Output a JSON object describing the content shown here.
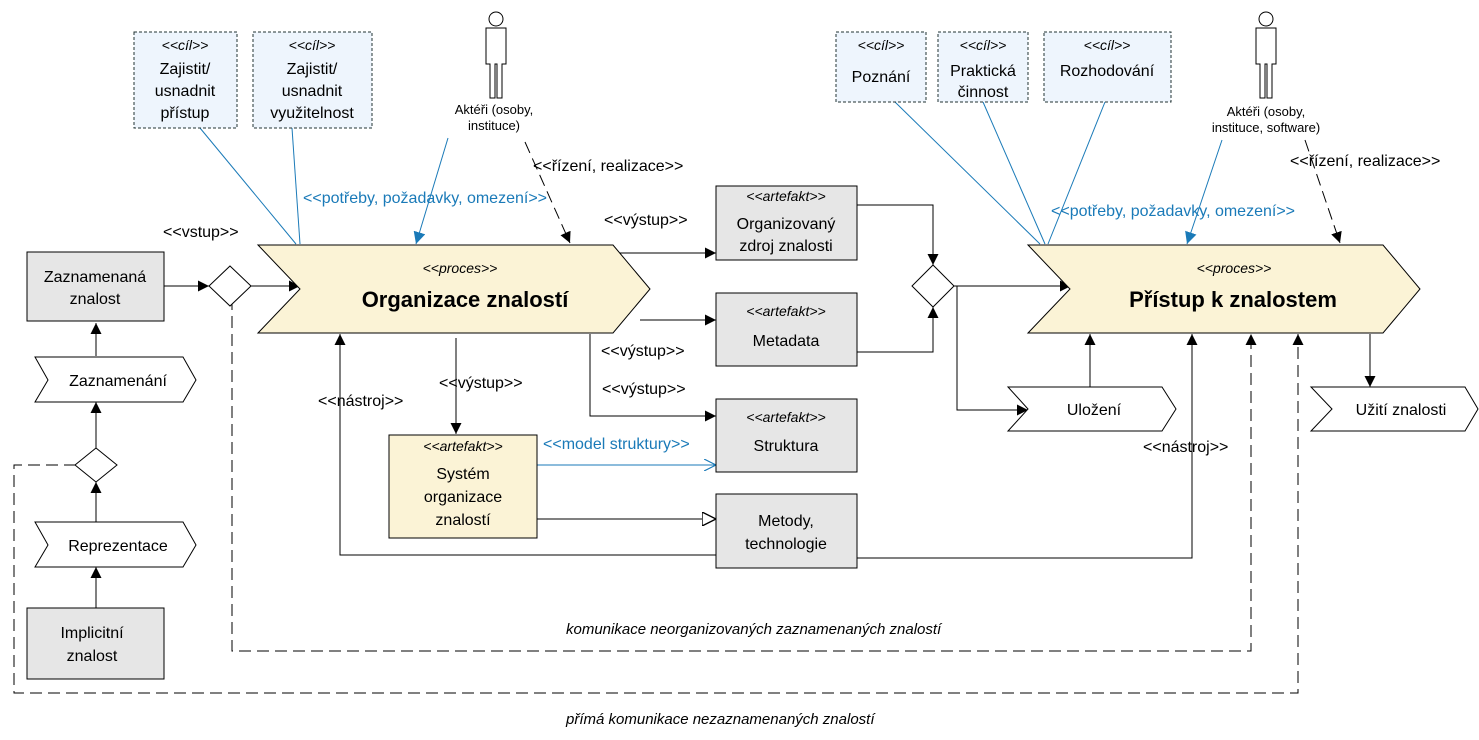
{
  "goals": [
    {
      "stereo": "<<cíl>>",
      "lines": [
        "Zajistit/",
        "usnadnit",
        "přístup"
      ]
    },
    {
      "stereo": "<<cíl>>",
      "lines": [
        "Zajistit/",
        "usnadnit",
        "využitelnost"
      ]
    },
    {
      "stereo": "<<cíl>>",
      "lines": [
        "Poznání"
      ]
    },
    {
      "stereo": "<<cíl>>",
      "lines": [
        "Praktická",
        "činnost"
      ]
    },
    {
      "stereo": "<<cíl>>",
      "lines": [
        "Rozhodování"
      ]
    }
  ],
  "actors": [
    {
      "lines": [
        "Aktéři (osoby,",
        "instituce)"
      ]
    },
    {
      "lines": [
        "Aktéři (osoby,",
        "instituce, software)"
      ]
    }
  ],
  "processes": [
    {
      "stereo": "<<proces>>",
      "name": "Organizace znalostí"
    },
    {
      "stereo": "<<proces>>",
      "name": "Přístup k znalostem"
    }
  ],
  "steps": {
    "zaznamenani": "Zaznamenání",
    "reprezentace": "Reprezentace",
    "ulozeni": "Uložení",
    "uziti": "Užití znalosti"
  },
  "boxes": {
    "zaznamenana": [
      "Zaznamenaná",
      "znalost"
    ],
    "implicitni": [
      "Implicitní",
      "znalost"
    ],
    "metody": [
      "Metody,",
      "technologie"
    ]
  },
  "artefacts": [
    {
      "stereo": "<<artefakt>>",
      "lines": [
        "Organizovaný",
        "zdroj znalosti"
      ]
    },
    {
      "stereo": "<<artefakt>>",
      "lines": [
        "Metadata"
      ]
    },
    {
      "stereo": "<<artefakt>>",
      "lines": [
        "Struktura"
      ]
    },
    {
      "stereo": "<<artefakt>>",
      "lines": [
        "Systém",
        "organizace",
        "znalostí"
      ]
    }
  ],
  "labels": {
    "vstup": "<<vstup>>",
    "potreby": "<<potřeby, požadavky, omezení>>",
    "rizeni": "<<řízení, realizace>>",
    "vystup": "<<výstup>>",
    "nastroj": "<<nástroj>>",
    "model": "<<model struktury>>",
    "komunikace1": "komunikace neorganizovaných zaznamenaných znalostí",
    "komunikace2": "přímá komunikace nezaznamenaných znalostí"
  },
  "colors": {
    "cream": "#fbf3d6",
    "gray": "#e6e6e6",
    "goal": "#eef5fd",
    "blue": "#1a7ab8"
  }
}
